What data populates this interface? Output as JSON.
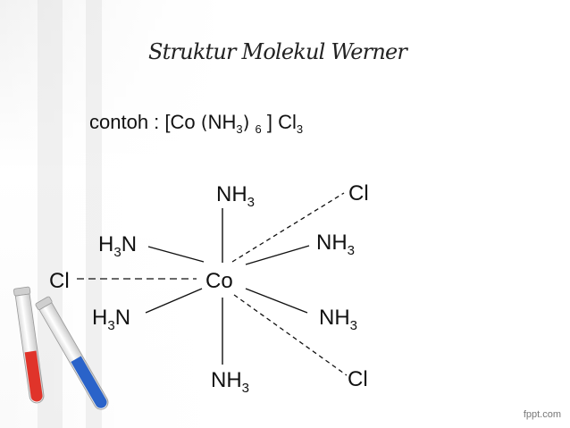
{
  "slide": {
    "title": "Struktur Molekul Werner",
    "example": {
      "prefix": "contoh : [Co ",
      "paren_open": "(",
      "ligand": "NH",
      "ligand_sub": "3",
      "paren_close": ")",
      "count_sub": "6",
      "bracket_close": " ] Cl",
      "cl_sub": "3"
    },
    "watermark": "fppt.com"
  },
  "structure": {
    "center": "Co",
    "ligands": [
      {
        "id": "nh3-top",
        "base": "NH",
        "sub": "3",
        "after": ""
      },
      {
        "id": "nh3-bottom",
        "base": "NH",
        "sub": "3",
        "after": ""
      },
      {
        "id": "h3n-upper-left",
        "base": "H",
        "sub": "3",
        "after": "N"
      },
      {
        "id": "h3n-lower-left",
        "base": "H",
        "sub": "3",
        "after": "N"
      },
      {
        "id": "nh3-upper-right",
        "base": "NH",
        "sub": "3",
        "after": ""
      },
      {
        "id": "nh3-lower-right",
        "base": "NH",
        "sub": "3",
        "after": ""
      }
    ],
    "counter_ions": [
      {
        "id": "cl-left",
        "label": "Cl"
      },
      {
        "id": "cl-upper-right",
        "label": "Cl"
      },
      {
        "id": "cl-lower-right",
        "label": "Cl"
      }
    ]
  },
  "colors": {
    "tube_red": "#e0342a",
    "tube_blue": "#2a63c9"
  }
}
